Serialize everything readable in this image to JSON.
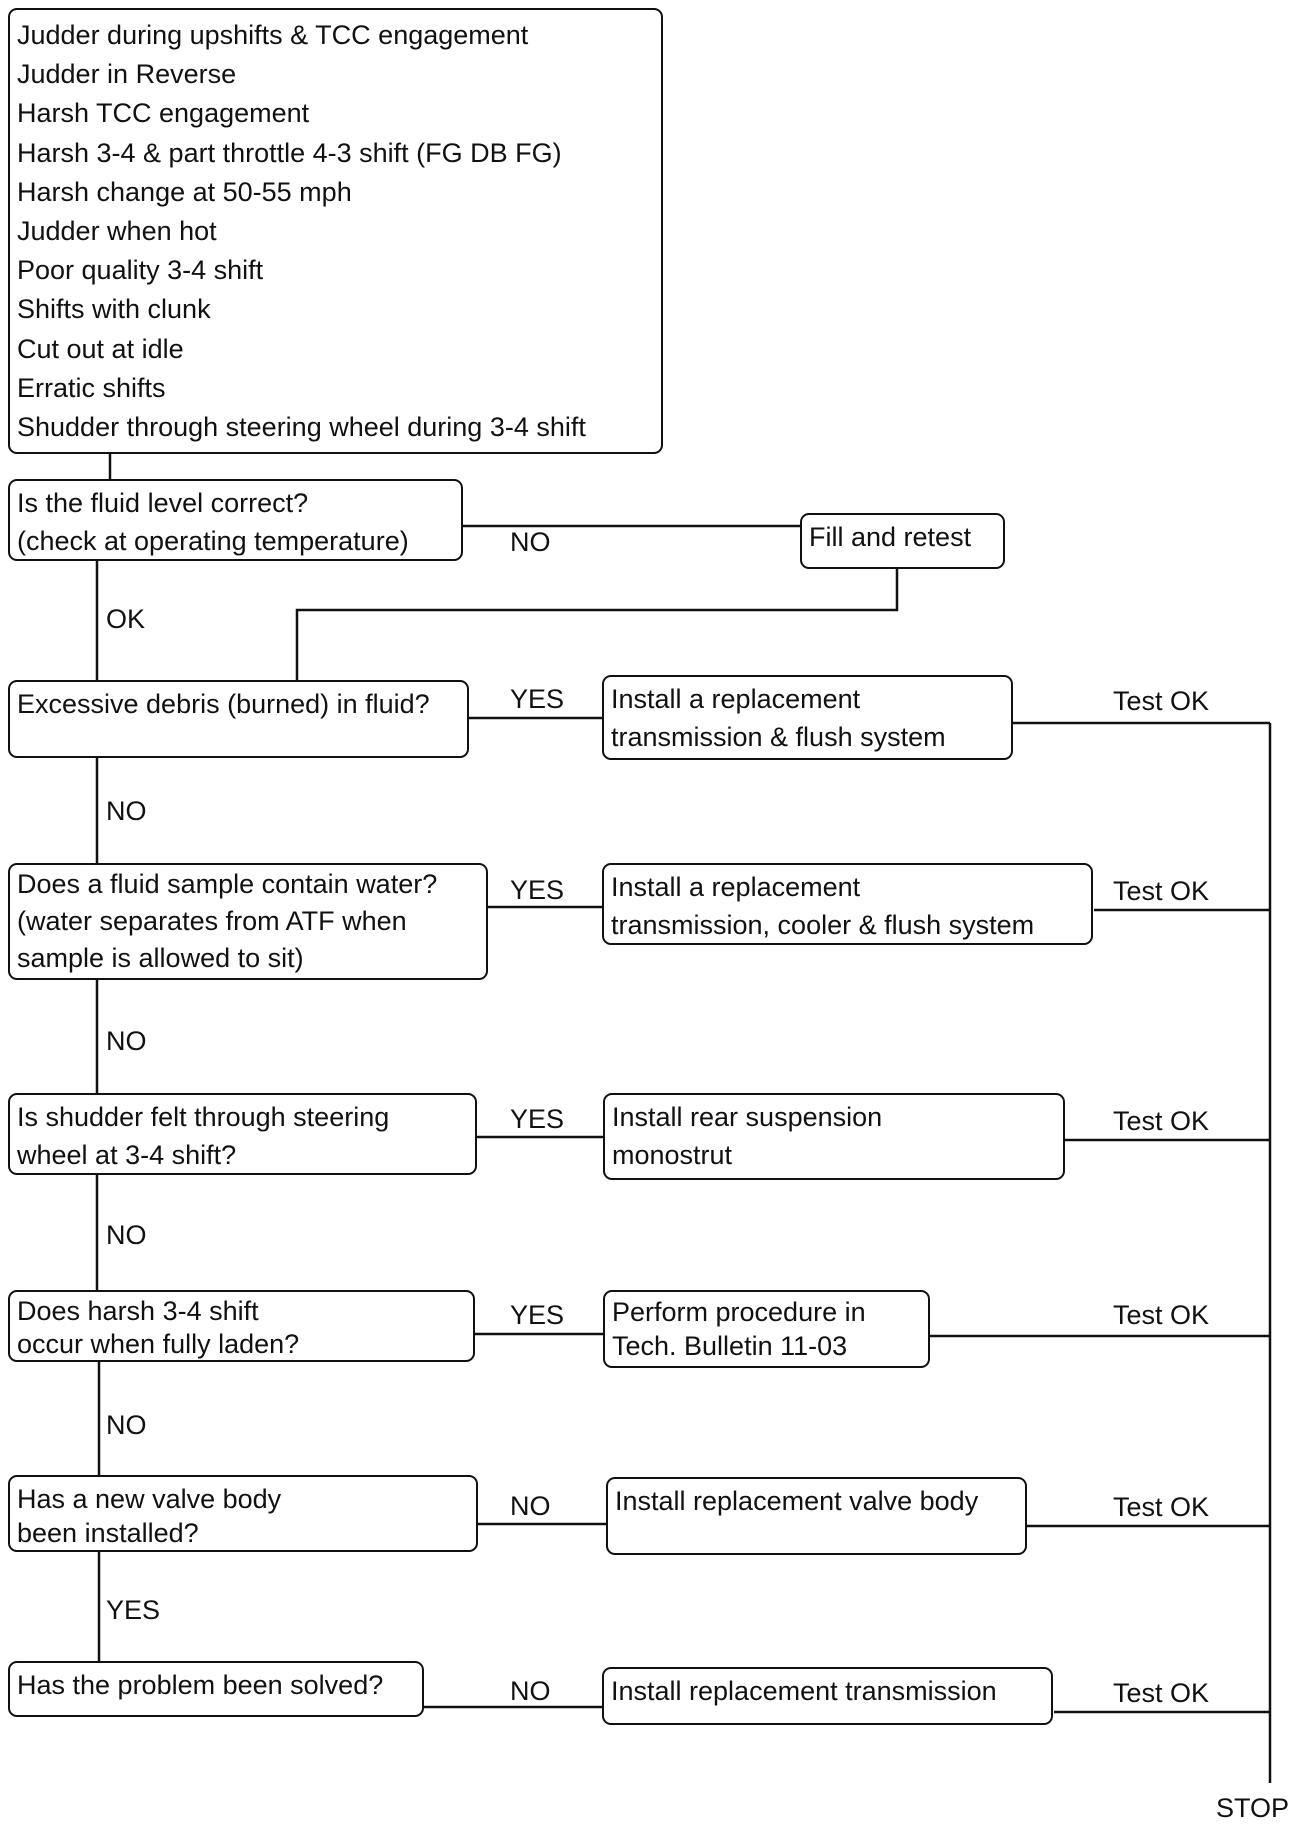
{
  "symptoms": [
    "Judder during upshifts & TCC engagement",
    "Judder in Reverse",
    "Harsh TCC engagement",
    "Harsh 3-4 & part throttle 4-3 shift (FG DB FG)",
    "Harsh change at 50-55 mph",
    "Judder when hot",
    "Poor quality 3-4 shift",
    "Shifts with clunk",
    "Cut out at idle",
    "Erratic shifts",
    "Shudder through steering wheel during 3-4 shift"
  ],
  "questions": {
    "fluid_level": [
      "Is the fluid level correct?",
      "(check at operating temperature)"
    ],
    "debris": [
      "Excessive debris (burned) in fluid?"
    ],
    "water": [
      "Does a fluid sample contain water?",
      "(water separates from ATF when",
      "sample is allowed to sit)"
    ],
    "shudder": [
      "Is shudder felt through steering",
      "wheel at 3-4 shift?"
    ],
    "laden": [
      "Does harsh 3-4 shift",
      "occur when fully laden?"
    ],
    "valve_body": [
      "Has a new valve body",
      "been installed?"
    ],
    "solved": [
      "Has the problem been solved?"
    ]
  },
  "actions": {
    "fill_retest": [
      "Fill and retest"
    ],
    "replace_flush": [
      "Install a replacement",
      "transmission & flush system"
    ],
    "replace_cooler_flush": [
      "Install a replacement",
      "transmission, cooler & flush system"
    ],
    "monostrut": [
      "Install rear suspension",
      "monostrut"
    ],
    "bulletin": [
      "Perform procedure in",
      "Tech. Bulletin 11-03"
    ],
    "valve_body": [
      "Install replacement valve body"
    ],
    "transmission": [
      "Install replacement transmission"
    ]
  },
  "labels": {
    "no_fluid": "NO",
    "ok_fluid": "OK",
    "yes_debris": "YES",
    "no_debris": "NO",
    "yes_water": "YES",
    "no_water": "NO",
    "yes_shudder": "YES",
    "no_shudder": "NO",
    "yes_laden": "YES",
    "no_laden": "NO",
    "no_valve": "NO",
    "yes_valve": "YES",
    "no_solved": "NO",
    "test_ok_1": "Test OK",
    "test_ok_2": "Test OK",
    "test_ok_3": "Test OK",
    "test_ok_4": "Test OK",
    "test_ok_5": "Test OK",
    "test_ok_6": "Test OK",
    "stop": "STOP"
  }
}
